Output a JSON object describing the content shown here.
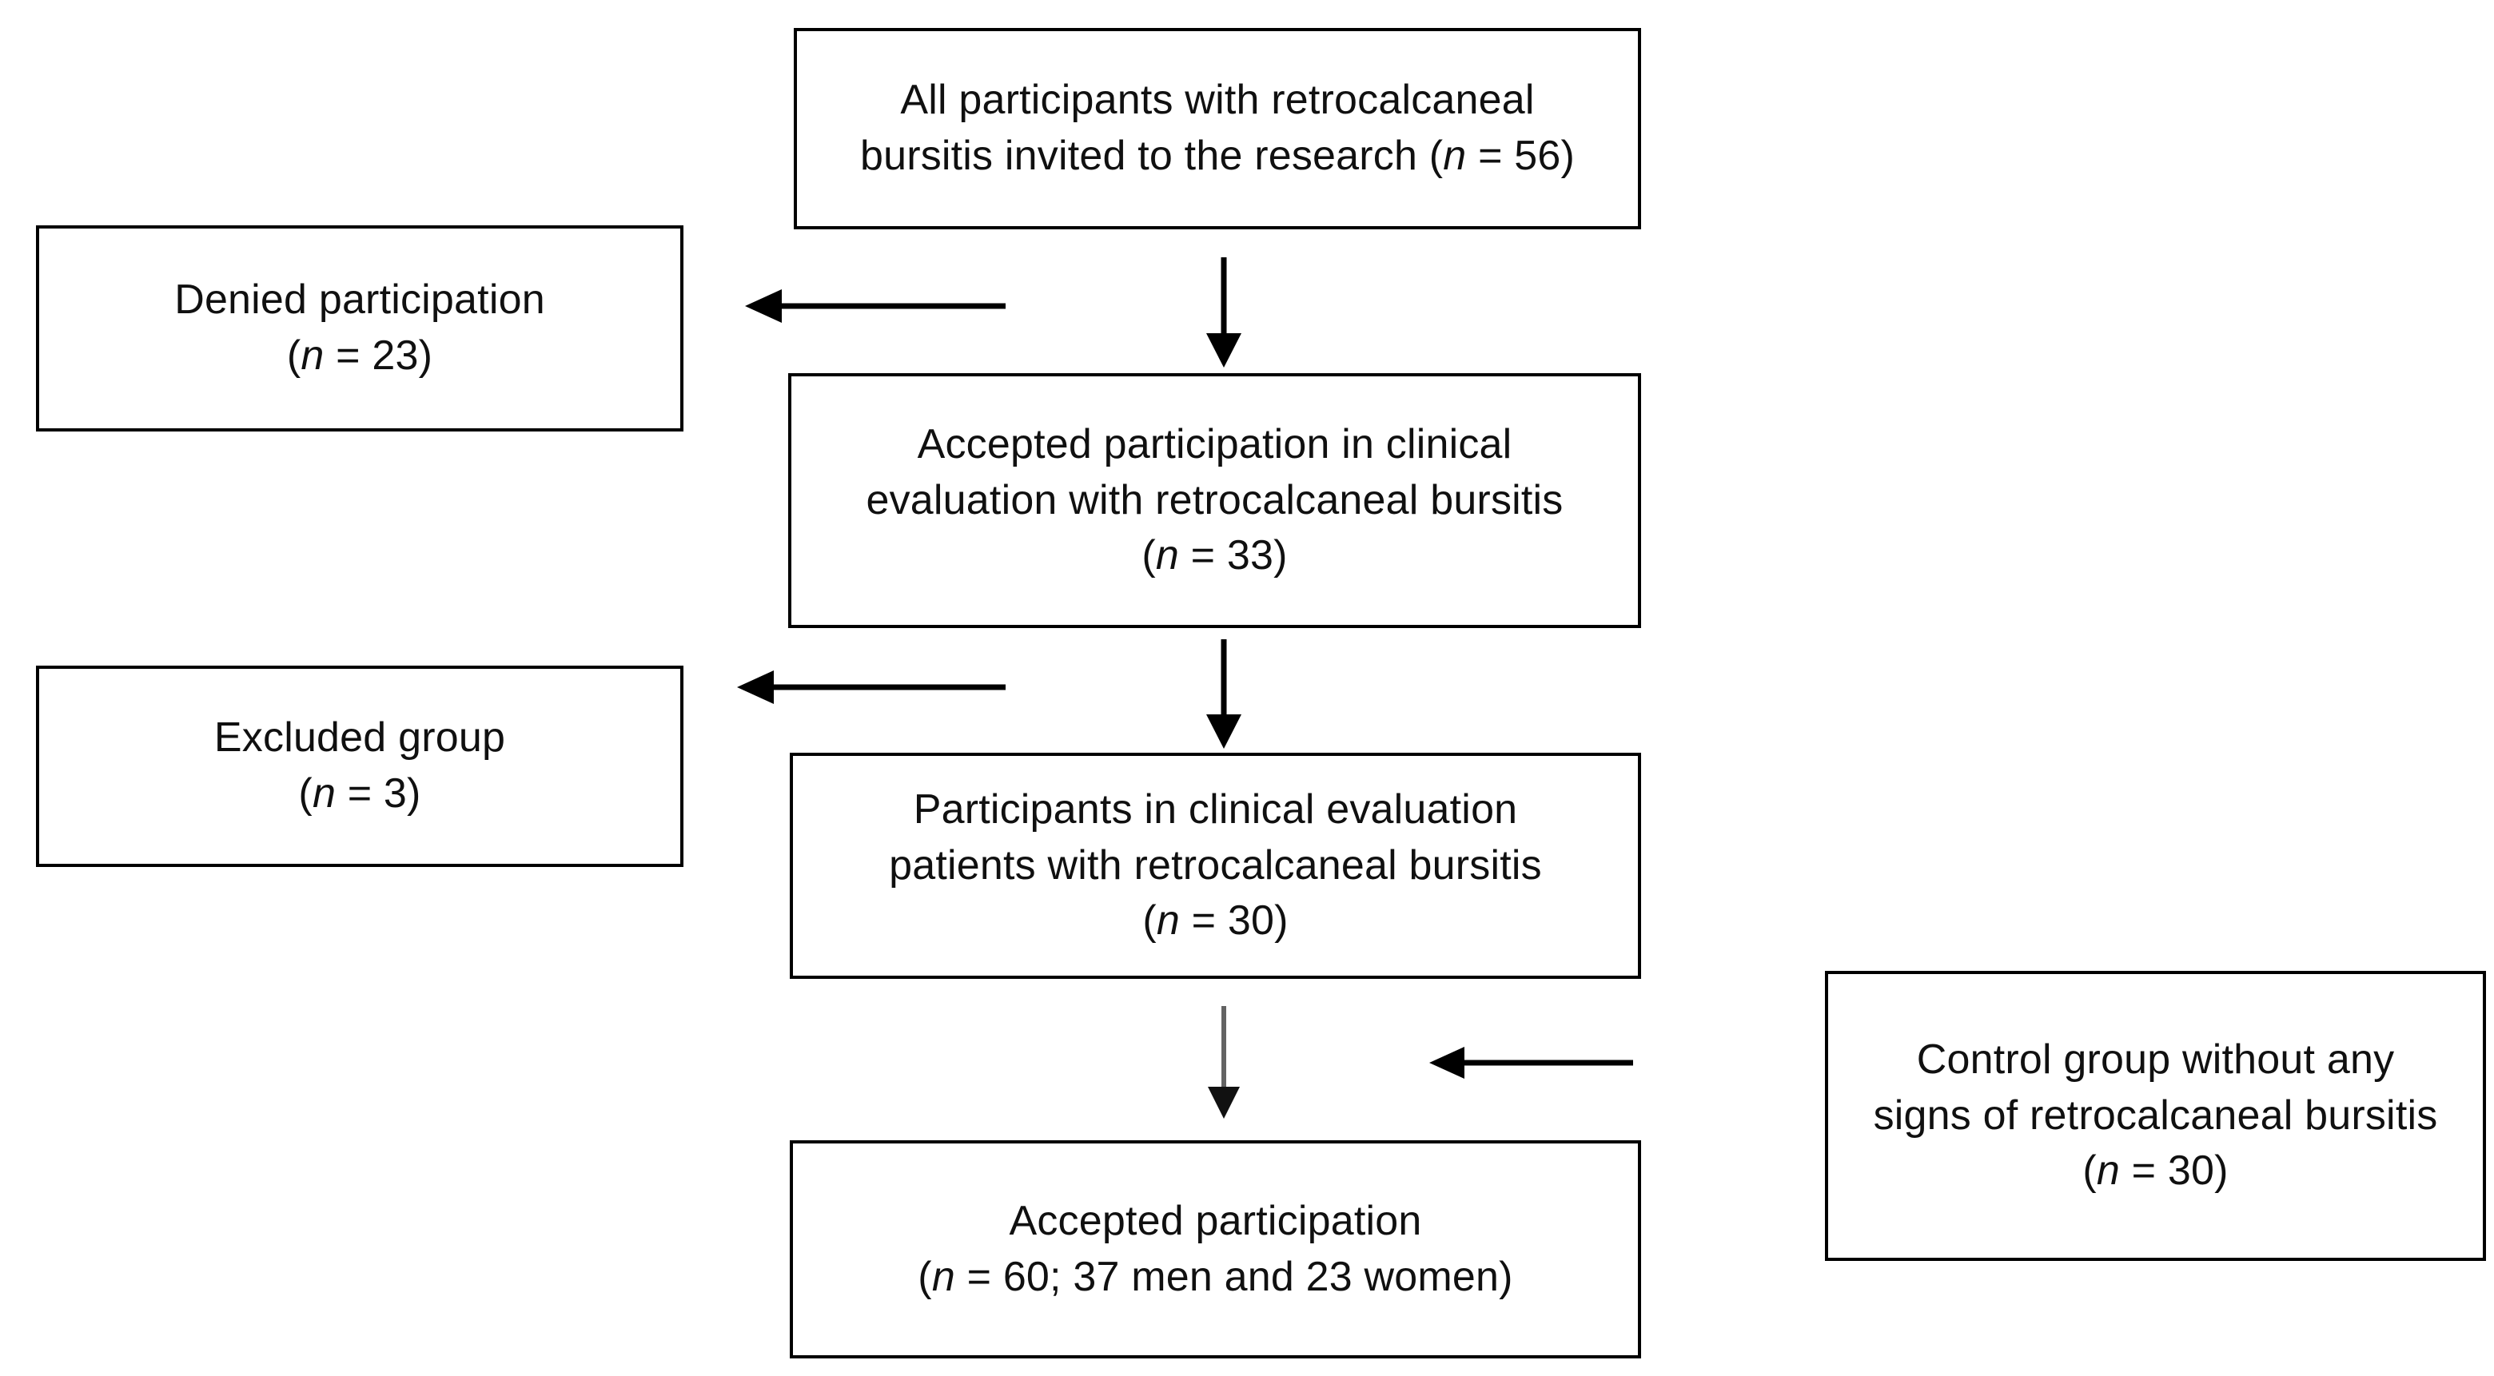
{
  "diagram": {
    "title": "Participant flow diagram for retrocalcaneal bursitis study",
    "colors": {
      "box_border": "#000000",
      "background": "#ffffff",
      "text": "#101010",
      "arrow_dark": "#000000",
      "arrow_grey": "#636363"
    },
    "nodes": {
      "invited": {
        "name": "all-participants-invited",
        "line1": "All participants with retrocalcaneal",
        "line2_prefix": "bursitis invited to the research (",
        "line2_italic": "n",
        "line2_suffix": " = 56)",
        "n": 56
      },
      "denied": {
        "name": "denied-participation",
        "line1": "Denied participation",
        "line2_prefix": "(",
        "line2_italic": "n",
        "line2_suffix": " = 23)",
        "n": 23
      },
      "accepted_evaluation": {
        "name": "accepted-participation-clinical-evaluation",
        "line1": "Accepted participation in clinical",
        "line2": "evaluation with retrocalcaneal bursitis",
        "line3_prefix": "(",
        "line3_italic": "n",
        "line3_suffix": " = 33)",
        "n": 33
      },
      "excluded": {
        "name": "excluded-group",
        "line1": "Excluded group",
        "line2_prefix": "(",
        "line2_italic": "n",
        "line2_suffix": " = 3)",
        "n": 3
      },
      "participants": {
        "name": "participants-in-clinical-evaluation",
        "line1": "Participants in clinical evaluation",
        "line2": "patients with retrocalcaneal bursitis",
        "line3_prefix": "(",
        "line3_italic": "n",
        "line3_suffix": " = 30)",
        "n": 30
      },
      "control": {
        "name": "control-group",
        "line1": "Control group without any",
        "line2": "signs of retrocalcaneal bursitis",
        "line3_prefix": "(",
        "line3_italic": "n",
        "line3_suffix": " = 30)",
        "n": 30
      },
      "final": {
        "name": "accepted-participation-final",
        "line1": "Accepted participation",
        "line2_prefix": "(",
        "line2_italic": "n",
        "line2_suffix": " = 60;  37 men and 23 women)",
        "n": 60,
        "men": 37,
        "women": 23
      }
    },
    "edges": [
      {
        "name": "arrow-invited-to-denied",
        "from": "invited",
        "to": "denied",
        "direction": "left",
        "color": "#000000"
      },
      {
        "name": "arrow-invited-to-accepted-evaluation",
        "from": "invited",
        "to": "accepted_evaluation",
        "direction": "down",
        "color": "#000000"
      },
      {
        "name": "arrow-accepted-evaluation-to-excluded",
        "from": "accepted_evaluation",
        "to": "excluded",
        "direction": "left",
        "color": "#000000"
      },
      {
        "name": "arrow-accepted-evaluation-to-participants",
        "from": "accepted_evaluation",
        "to": "participants",
        "direction": "down",
        "color": "#000000"
      },
      {
        "name": "arrow-participants-to-final",
        "from": "participants",
        "to": "final",
        "direction": "down",
        "color": "#636363"
      },
      {
        "name": "arrow-control-to-final",
        "from": "control",
        "to": "final",
        "direction": "left",
        "color": "#000000"
      }
    ]
  }
}
